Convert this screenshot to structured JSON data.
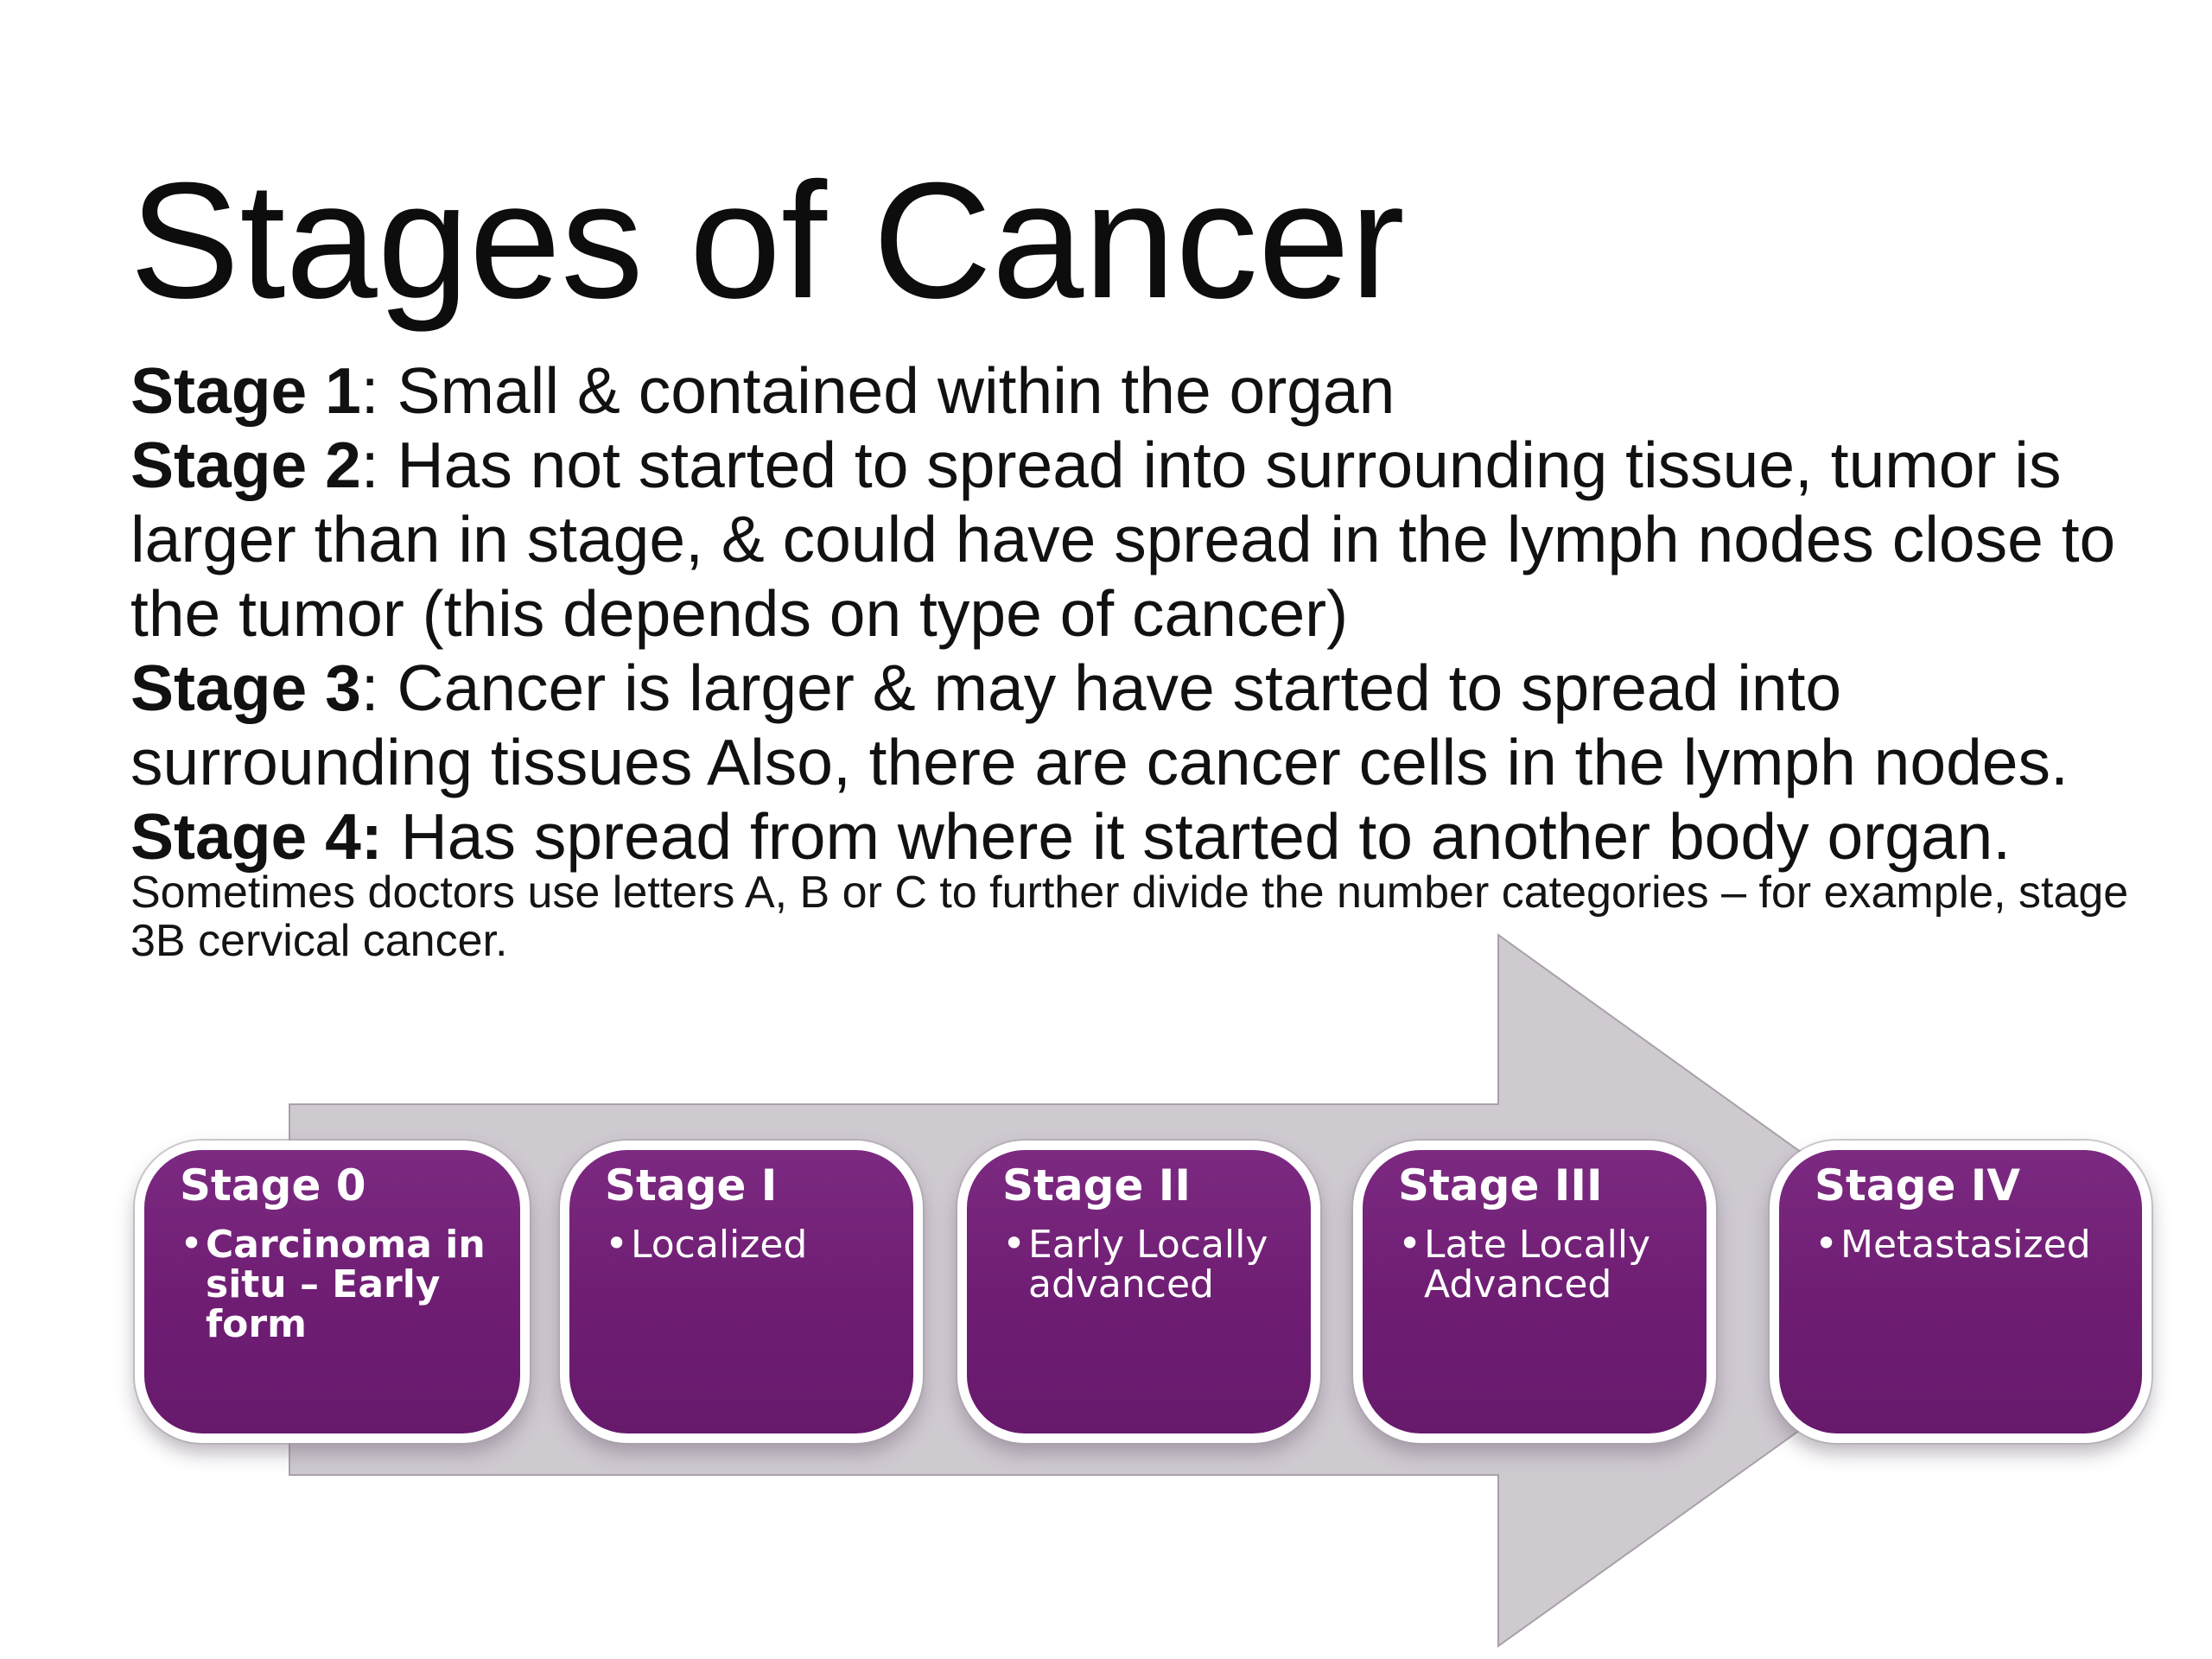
{
  "slide": {
    "title": "Stages of Cancer",
    "body_lines": [
      {
        "bold": "Stage 1",
        "rest": ": Small & contained within the organ"
      },
      {
        "bold": "Stage 2",
        "rest": ": Has not started to spread into surrounding tissue, tumor is"
      },
      {
        "bold": "",
        "rest": "larger than in stage, & could have spread in the lymph nodes close to"
      },
      {
        "bold": "",
        "rest": "the tumor (this depends on type of cancer)"
      },
      {
        "bold": "Stage 3",
        "rest": ": Cancer is larger & may have started to spread into"
      },
      {
        "bold": "",
        "rest": "surrounding tissues Also, there are cancer cells in the lymph nodes."
      },
      {
        "bold": "Stage 4:",
        "rest": " Has spread from where it started to another body organ."
      }
    ],
    "footnote_lines": [
      "Sometimes doctors use letters A, B or C to further divide the number categories – for example, stage",
      "3B cervical cancer."
    ]
  },
  "diagram": {
    "colors": {
      "box_purple": "#6e1d73",
      "box_border": "#ffffff",
      "arrow_gray": "#cfc9d0",
      "arrow_outline": "#a9a1aa",
      "text_white": "#ffffff"
    },
    "boxes": [
      {
        "heading": "Stage 0",
        "lines": [
          "Carcinoma in",
          "situ – Early",
          "form"
        ]
      },
      {
        "heading": "Stage I",
        "lines": [
          "Localized"
        ]
      },
      {
        "heading": "Stage II",
        "lines": [
          "Early Locally",
          "advanced"
        ]
      },
      {
        "heading": "Stage III",
        "lines": [
          "Late Locally",
          "Advanced"
        ]
      },
      {
        "heading": "Stage IV",
        "lines": [
          "Metastasized"
        ]
      }
    ]
  }
}
